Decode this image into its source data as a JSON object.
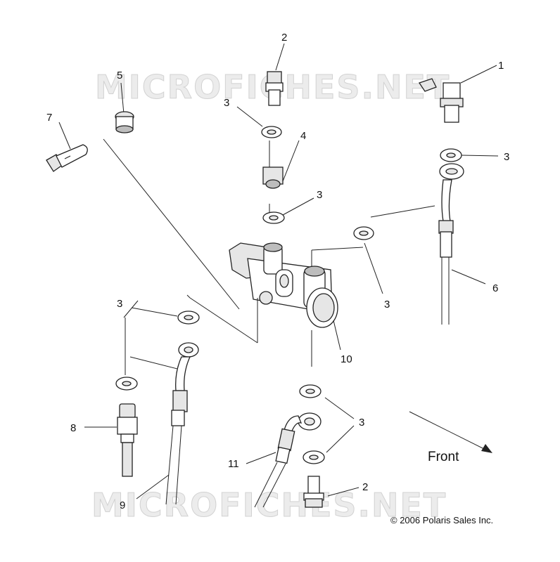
{
  "watermark": "MICROFICHES.NET",
  "front_label": "Front",
  "copyright": "© 2006 Polaris Sales Inc.",
  "callouts": {
    "c1": "1",
    "c2_top": "2",
    "c2_bottom": "2",
    "c3_a": "3",
    "c3_b": "3",
    "c3_c": "3",
    "c3_d": "3",
    "c3_e": "3",
    "c3_f": "3",
    "c4": "4",
    "c5": "5",
    "c6": "6",
    "c7": "7",
    "c8": "8",
    "c9": "9",
    "c10": "10",
    "c11": "11"
  }
}
